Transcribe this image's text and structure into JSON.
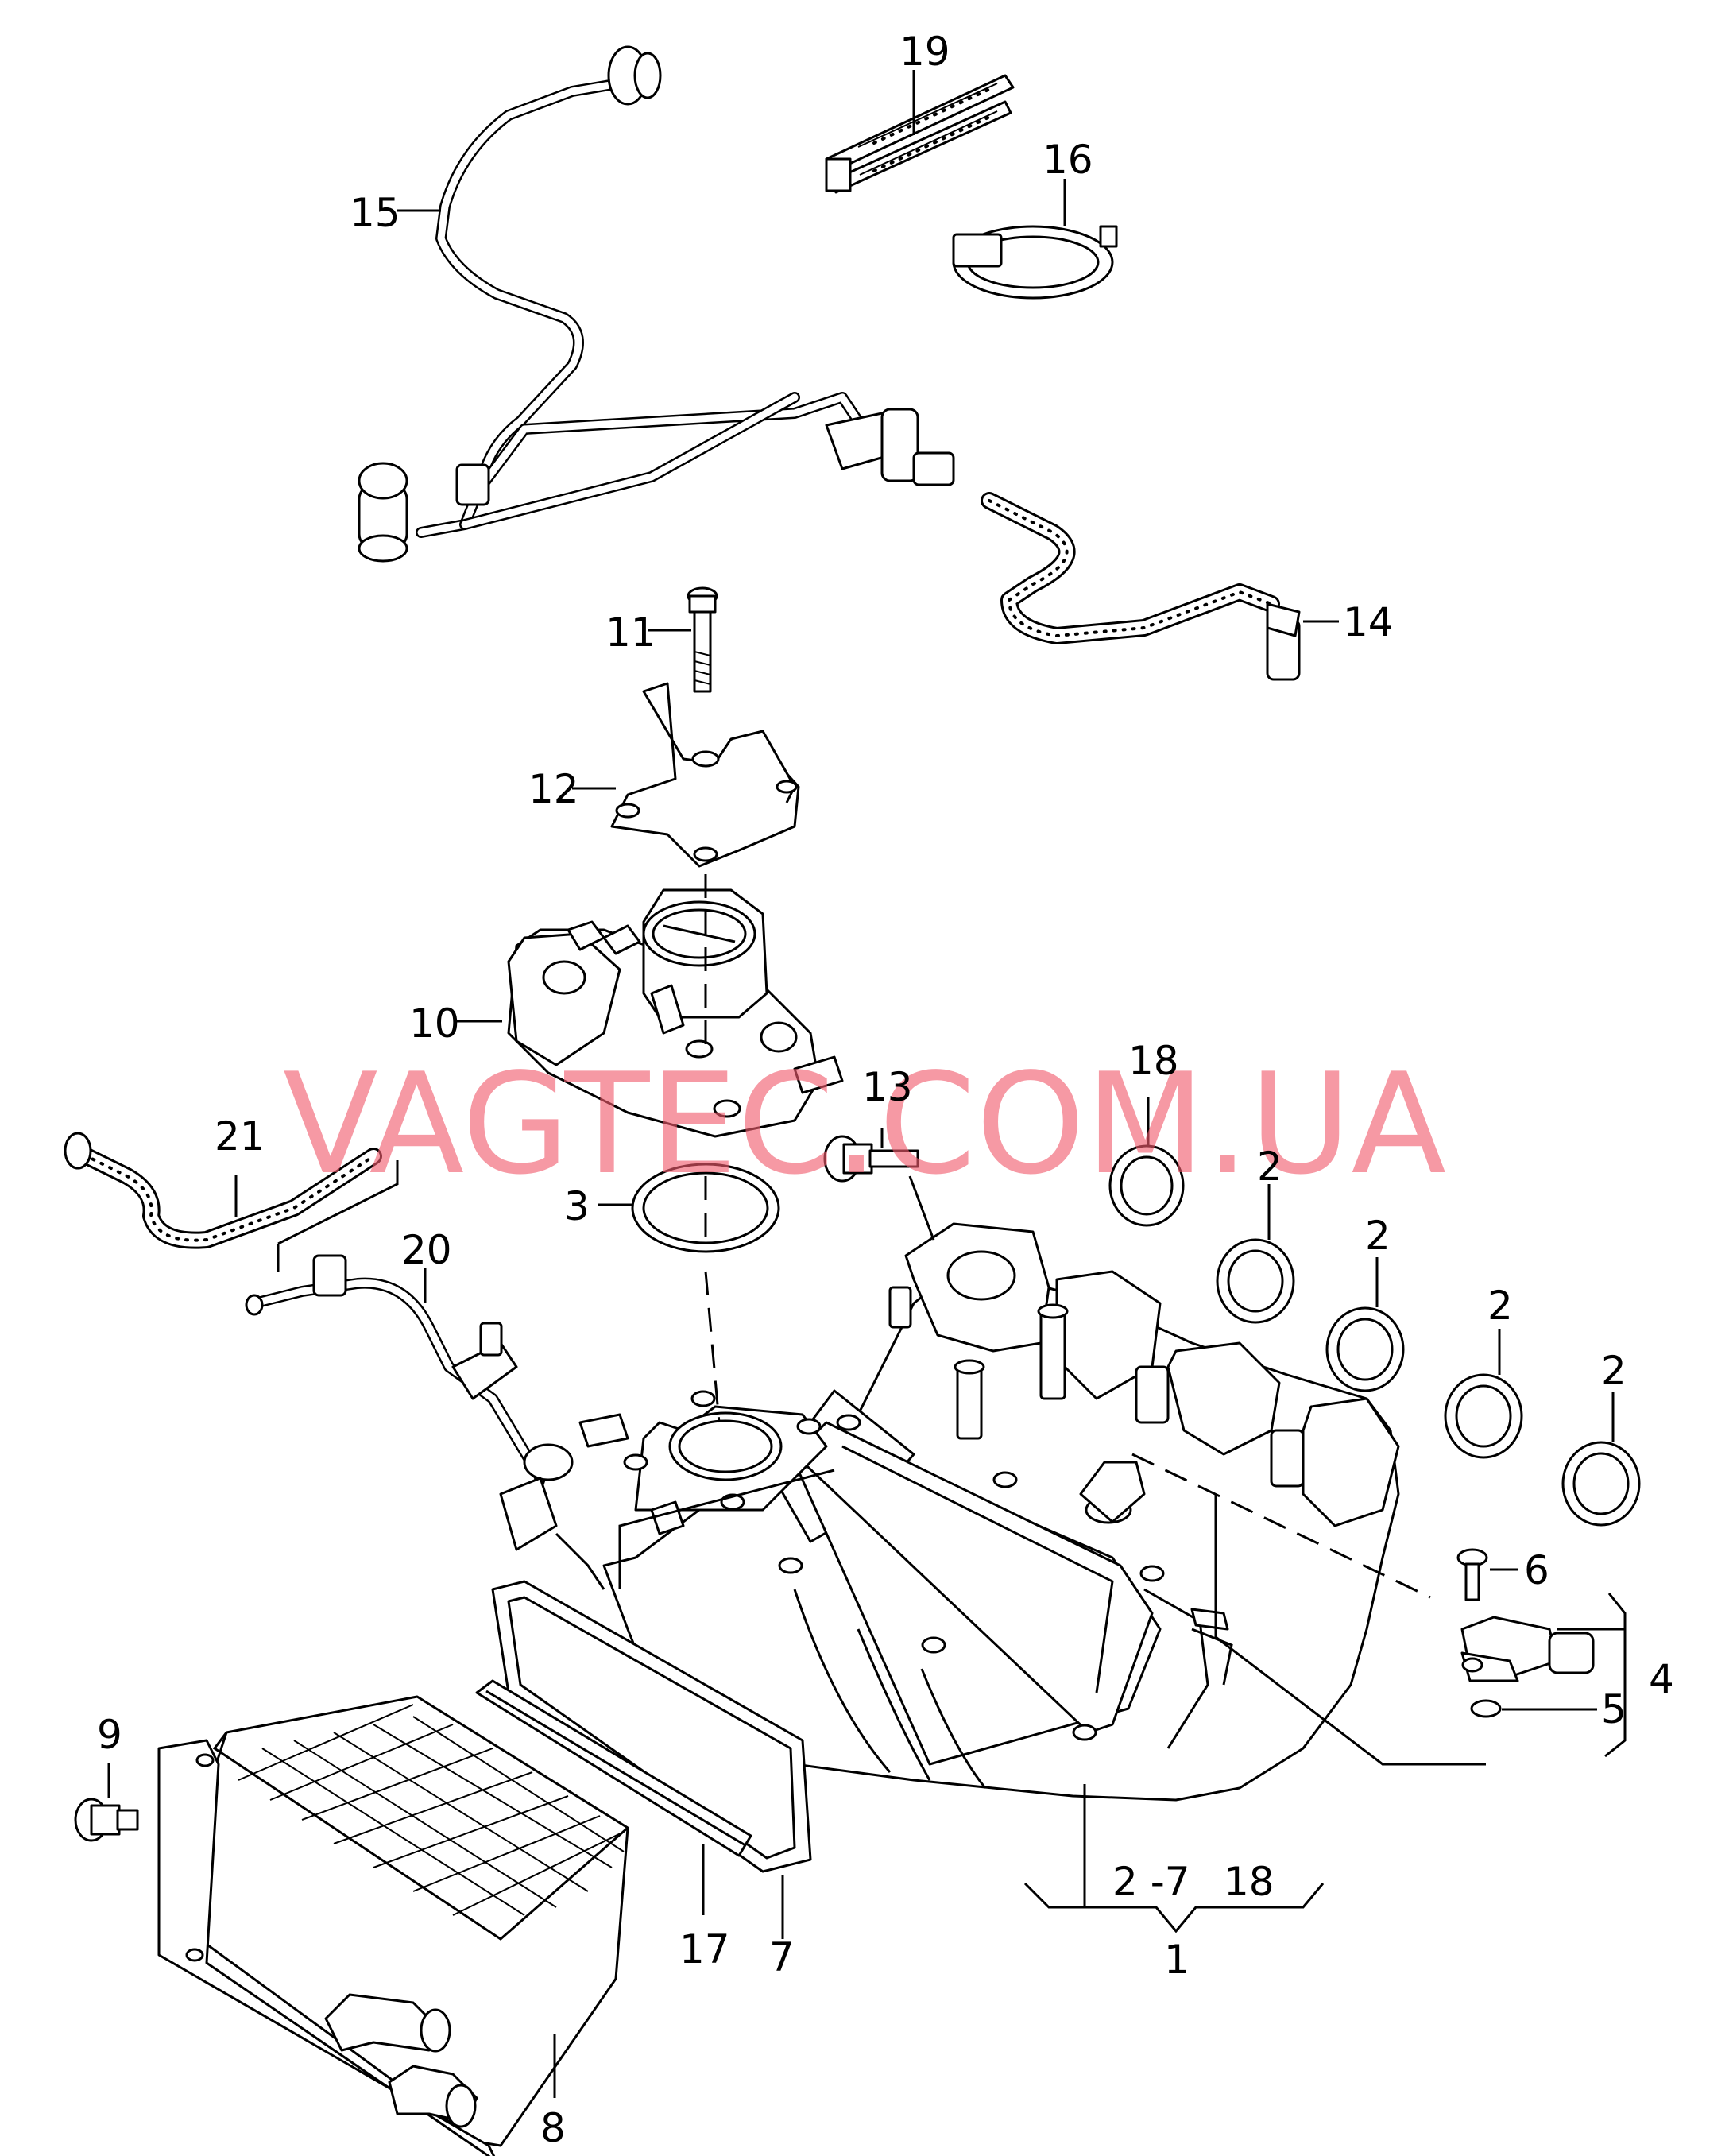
{
  "watermark": "VAGTEC.COM.UA",
  "callouts": {
    "c1": "1",
    "c2a": "2",
    "c2b": "2",
    "c2c": "2",
    "c2d": "2",
    "c2_7": "2 -7",
    "c3": "3",
    "c4": "4",
    "c5": "5",
    "c6": "6",
    "c7": "7",
    "c8": "8",
    "c9": "9",
    "c10": "10",
    "c11": "11",
    "c12": "12",
    "c13": "13",
    "c14": "14",
    "c15": "15",
    "c16": "16",
    "c17": "17",
    "c18a": "18",
    "c18b": "18",
    "c19": "19",
    "c20": "20",
    "c21": "21"
  }
}
